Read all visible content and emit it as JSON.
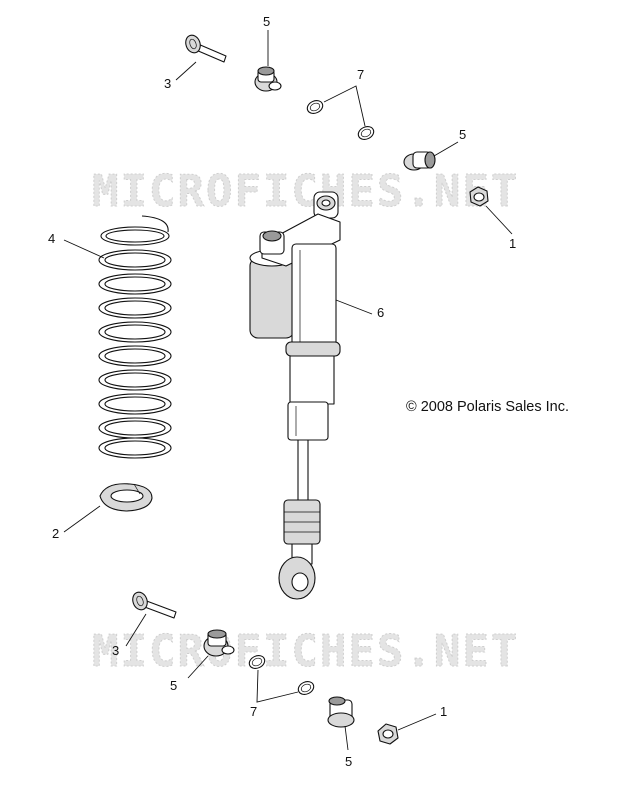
{
  "watermark": {
    "text": "MICROFICHES.NET"
  },
  "copyright": "© 2008 Polaris Sales Inc.",
  "callouts": {
    "bolt_top": "3",
    "bushing_top": "5",
    "washer_top": "7",
    "bushing_right": "5",
    "nut_top": "1",
    "spring": "4",
    "shock": "6",
    "retainer": "2",
    "bolt_bottom": "3",
    "bushing_bottom_left": "5",
    "washer_bottom": "7",
    "nut_bottom": "1",
    "bushing_bottom": "5"
  }
}
